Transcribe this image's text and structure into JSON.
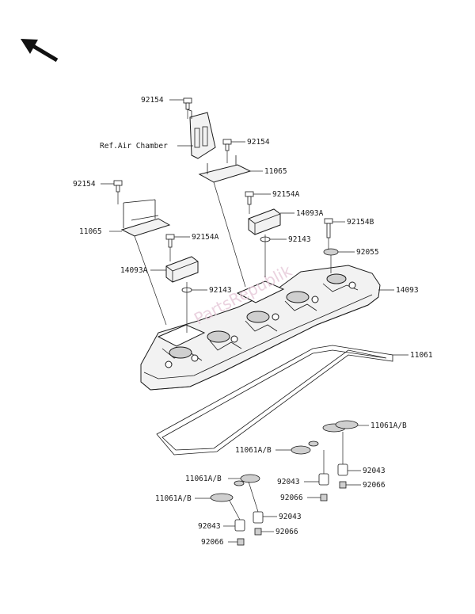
{
  "labels": {
    "bolt_top": "92154",
    "ref_air_chamber": "Ref.Air Chamber",
    "bolt_right_top": "92154",
    "plate_top": "11065",
    "bolt_left": "92154",
    "plate_left": "11065",
    "bolt_a_right": "92154A",
    "bracket_a_right": "14093A",
    "bolt_b": "92154B",
    "washer_right": "92143",
    "seal_right": "92055",
    "bolt_a_left": "92154A",
    "bracket_a_left": "14093A",
    "washer_left": "92143",
    "head_cover": "14093",
    "gasket": "11061",
    "grommet_1": "11061A/B",
    "grommet_2": "11061A/B",
    "collar_1": "92043",
    "grommet_3": "11061A/B",
    "collar_2": "92043",
    "damper_1": "92066",
    "damper_2": "92066",
    "grommet_4": "11061A/B",
    "collar_3": "92043",
    "collar_4": "92043",
    "damper_3": "92066",
    "damper_4": "92066"
  },
  "colors": {
    "line": "#1a1a1a",
    "part_fill": "#f2f2f2",
    "shade": "#cfcfcf",
    "watermark": "#e6c8d8"
  },
  "icons": {
    "direction": "front-direction-arrow"
  }
}
